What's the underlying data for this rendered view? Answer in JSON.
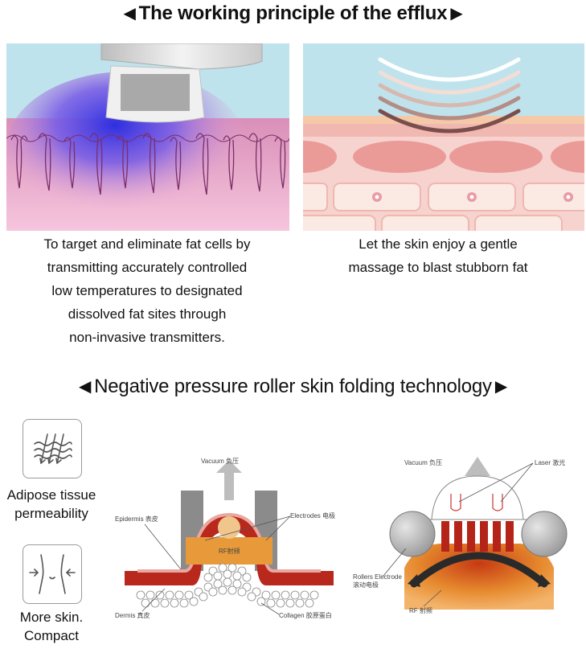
{
  "headings": {
    "working_principle": "The working principle of the efflux",
    "negative_pressure": "Negative pressure roller skin folding technology"
  },
  "captions": {
    "left_lines": [
      "To target and eliminate fat cells by",
      "transmitting accurately controlled",
      "low temperatures to designated",
      "dissolved fat sites through",
      "non-invasive transmitters."
    ],
    "right_lines": [
      "Let the skin enjoy a gentle",
      "massage to blast stubborn fat"
    ]
  },
  "features": [
    {
      "label_lines": [
        "Adipose tissue",
        "permeability"
      ],
      "icon": "skin-permeation-icon"
    },
    {
      "label_lines": [
        "More skin.",
        "Compact"
      ],
      "icon": "waist-compress-icon"
    }
  ],
  "diagram_left": {
    "vacuum": "Vacuum 负压",
    "epidermis": "Epidermis 表皮",
    "electrodes": "Electrodes 电极",
    "rf": "RF射频",
    "dermis": "Dermis 真皮",
    "collagen": "Collagen 胶原蛋白"
  },
  "diagram_right": {
    "vacuum": "Vacuum 负压",
    "laser": "Laser 激光",
    "rollers_line1": "Rollers Electrode",
    "rollers_line2": "滚动电极",
    "rf": "RF 射频"
  },
  "colors": {
    "sky_blue": "#bfe3ec",
    "skin_pink": "#f2c3c7",
    "cold_blue": "#3a3fd8",
    "fat_orange": "#e89a3a",
    "dermis_red": "#a8331f"
  }
}
